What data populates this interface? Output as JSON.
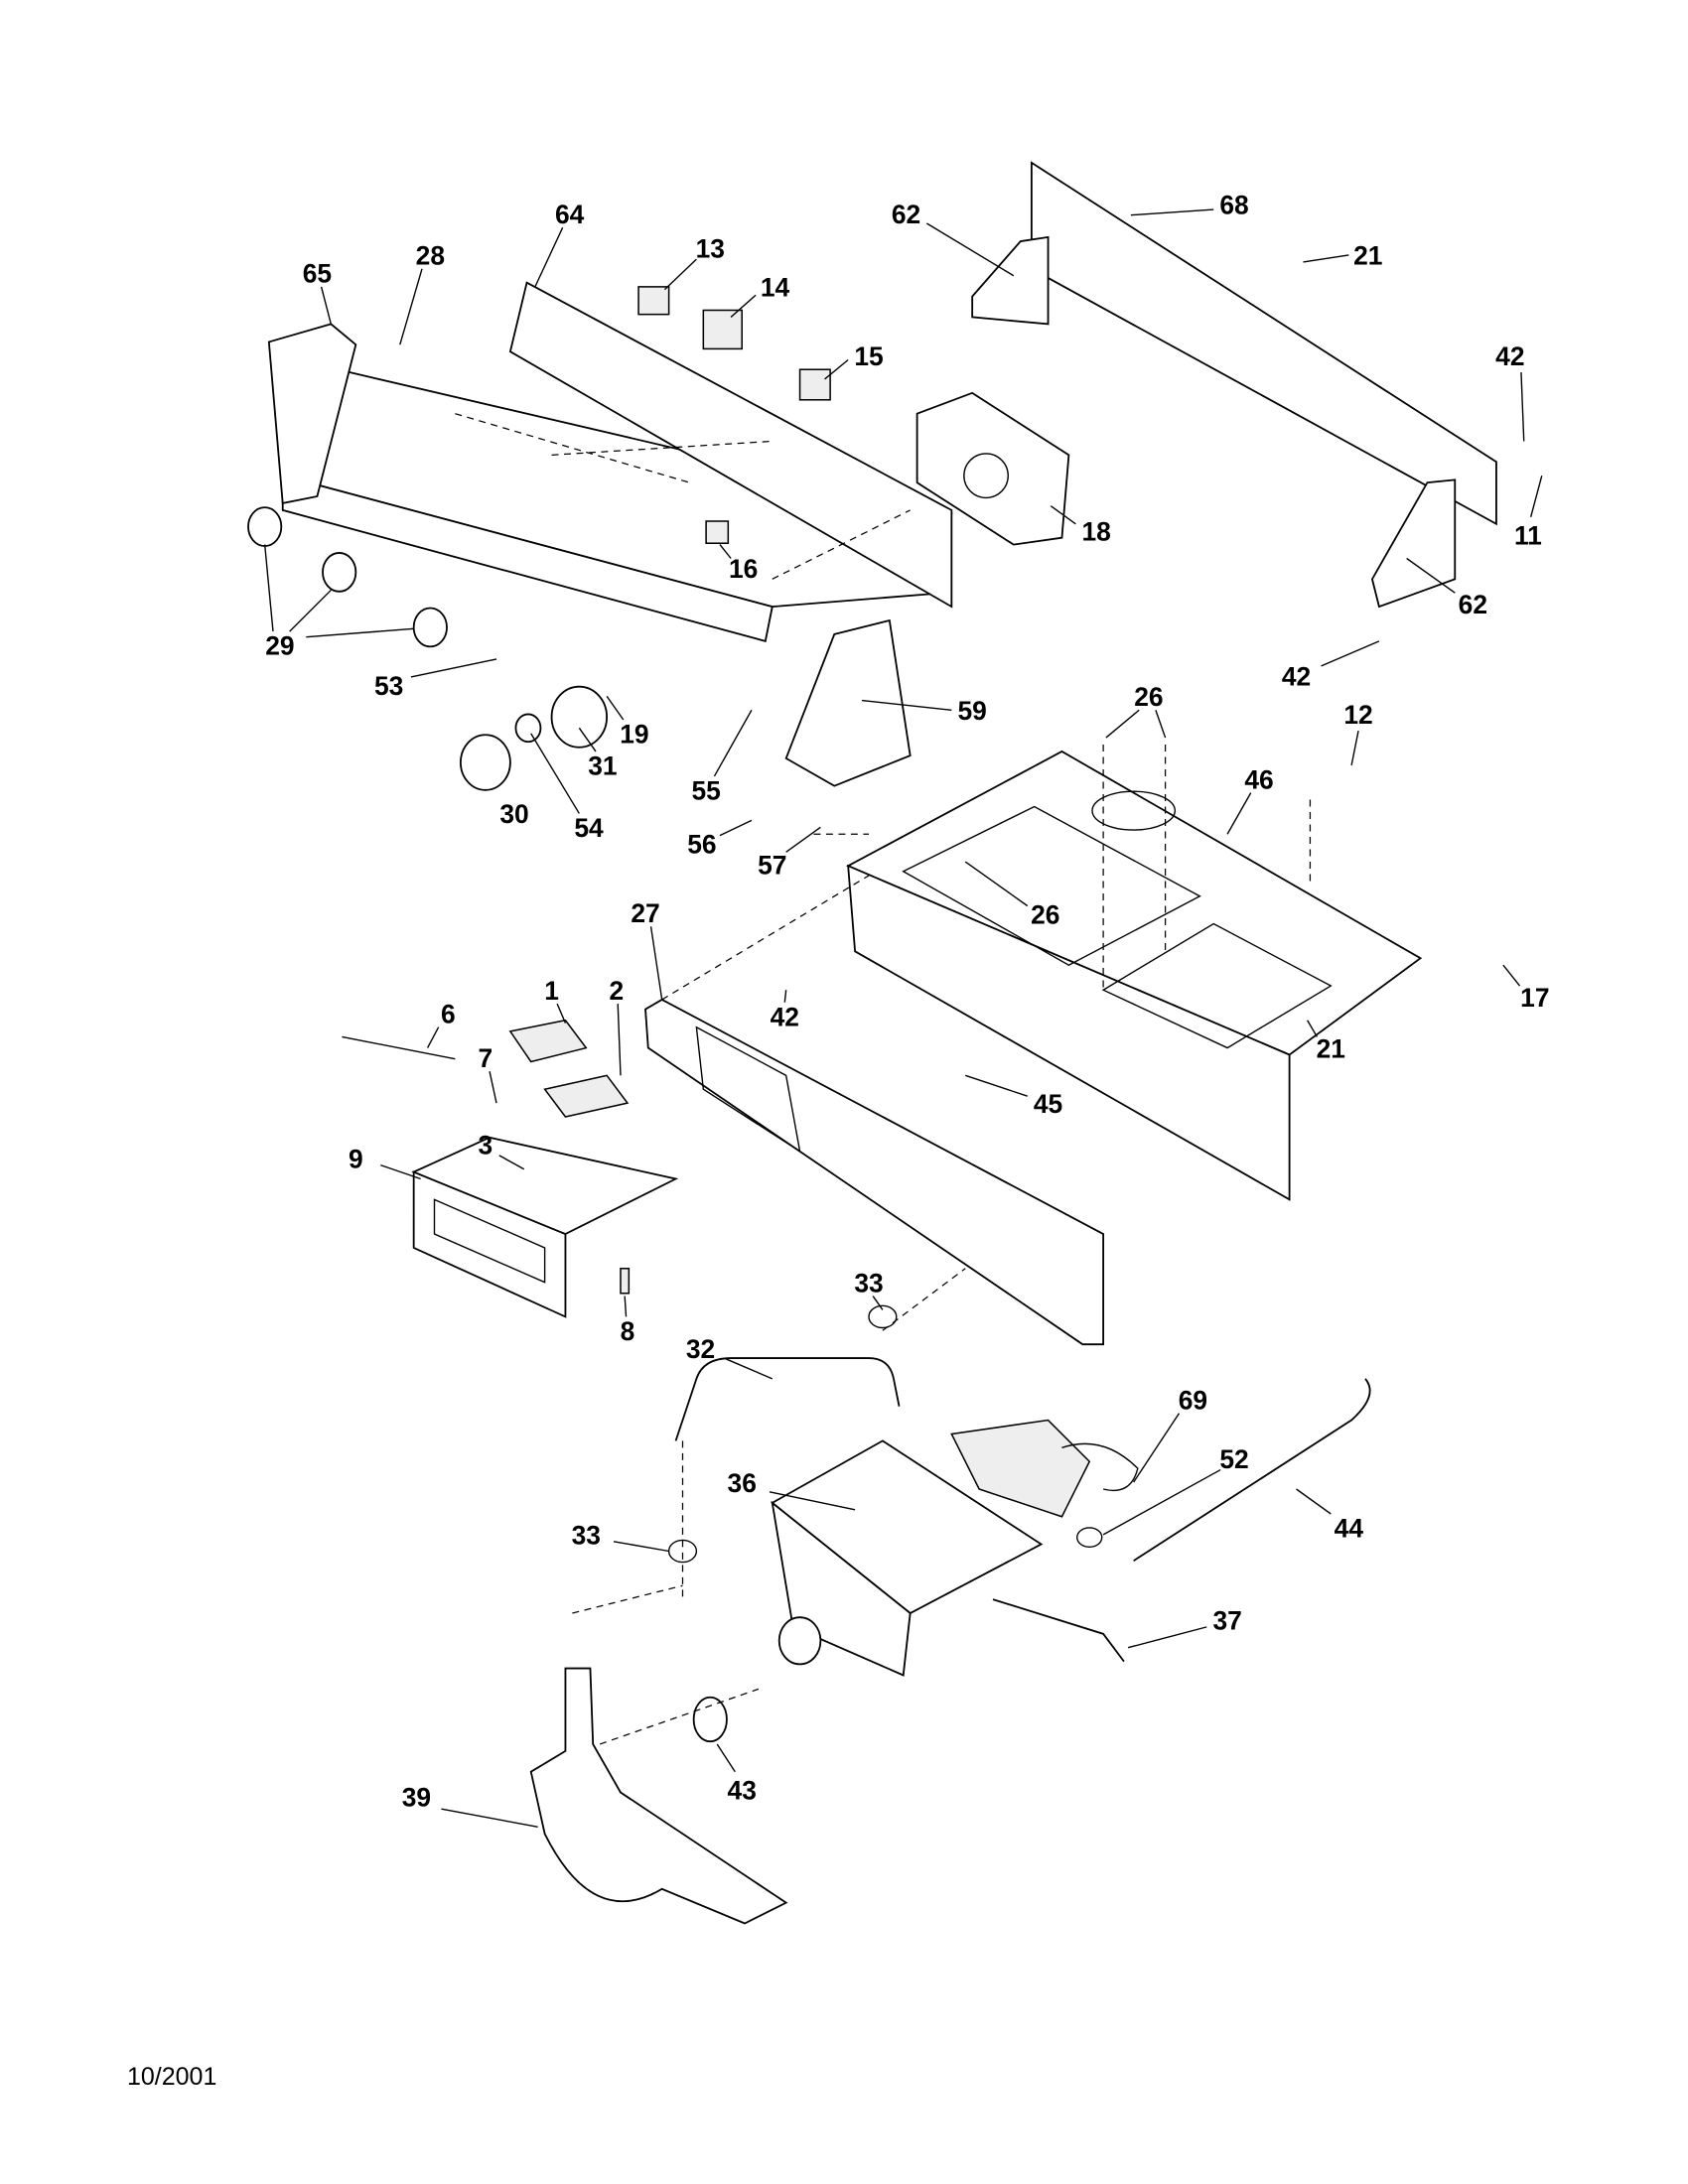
{
  "diagram": {
    "callouts": [
      "68",
      "62",
      "21",
      "64",
      "13",
      "14",
      "65",
      "28",
      "15",
      "42",
      "18",
      "11",
      "62",
      "16",
      "29",
      "53",
      "19",
      "59",
      "42",
      "26",
      "12",
      "46",
      "31",
      "30",
      "54",
      "55",
      "56",
      "57",
      "26",
      "27",
      "17",
      "1",
      "2",
      "6",
      "42",
      "7",
      "21",
      "45",
      "9",
      "3",
      "33",
      "8",
      "32",
      "69",
      "52",
      "36",
      "44",
      "33",
      "37",
      "43",
      "39"
    ]
  },
  "footer": {
    "date": "10/2001"
  }
}
